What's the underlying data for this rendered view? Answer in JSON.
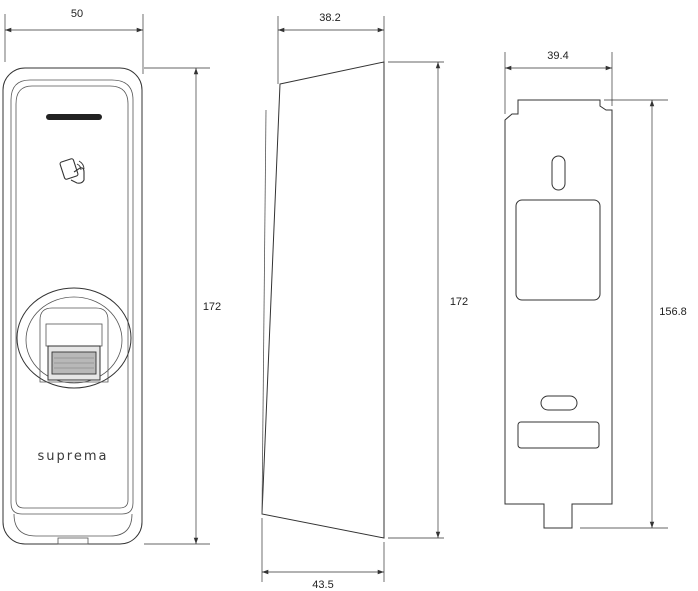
{
  "brand": "suprema",
  "colors": {
    "outline": "#333333",
    "dimension": "#333333",
    "background": "#ffffff"
  },
  "icons": {
    "card_reader": "rfid-card-icon"
  },
  "views": {
    "front": {
      "width_label": "50",
      "height_label": "172"
    },
    "side": {
      "top_depth_label": "38.2",
      "height_label": "172",
      "bottom_depth_label": "43.5"
    },
    "bracket": {
      "width_label": "39.4",
      "height_label": "156.8"
    }
  }
}
